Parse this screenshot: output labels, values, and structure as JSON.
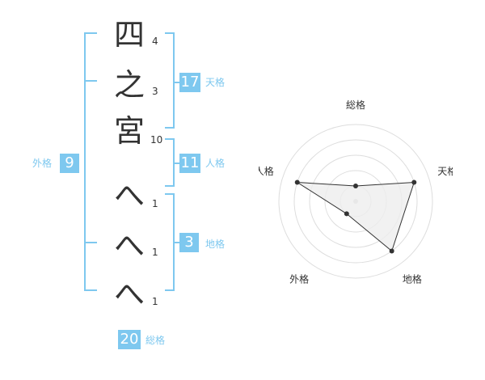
{
  "name": {
    "chars": [
      "四",
      "之",
      "宮",
      "へ",
      "へ",
      "へ"
    ],
    "strokes": [
      "4",
      "3",
      "10",
      "1",
      "1",
      "1"
    ]
  },
  "fortune": {
    "tenkaku": {
      "value": "17",
      "label": "天格"
    },
    "jinkaku": {
      "value": "11",
      "label": "人格"
    },
    "chikaku": {
      "value": "3",
      "label": "地格"
    },
    "gaikaku": {
      "value": "9",
      "label": "外格"
    },
    "soukaku": {
      "value": "20",
      "label": "総格"
    }
  },
  "chart_data": {
    "type": "radar",
    "axes": [
      "総格",
      "天格",
      "地格",
      "外格",
      "人格"
    ],
    "values": [
      1,
      4,
      4,
      1,
      4
    ],
    "max": 5,
    "rings": 5,
    "colors": {
      "fill": "#eeeeee",
      "stroke": "#333333",
      "grid": "#dddddd",
      "center": "#cccccc"
    }
  }
}
